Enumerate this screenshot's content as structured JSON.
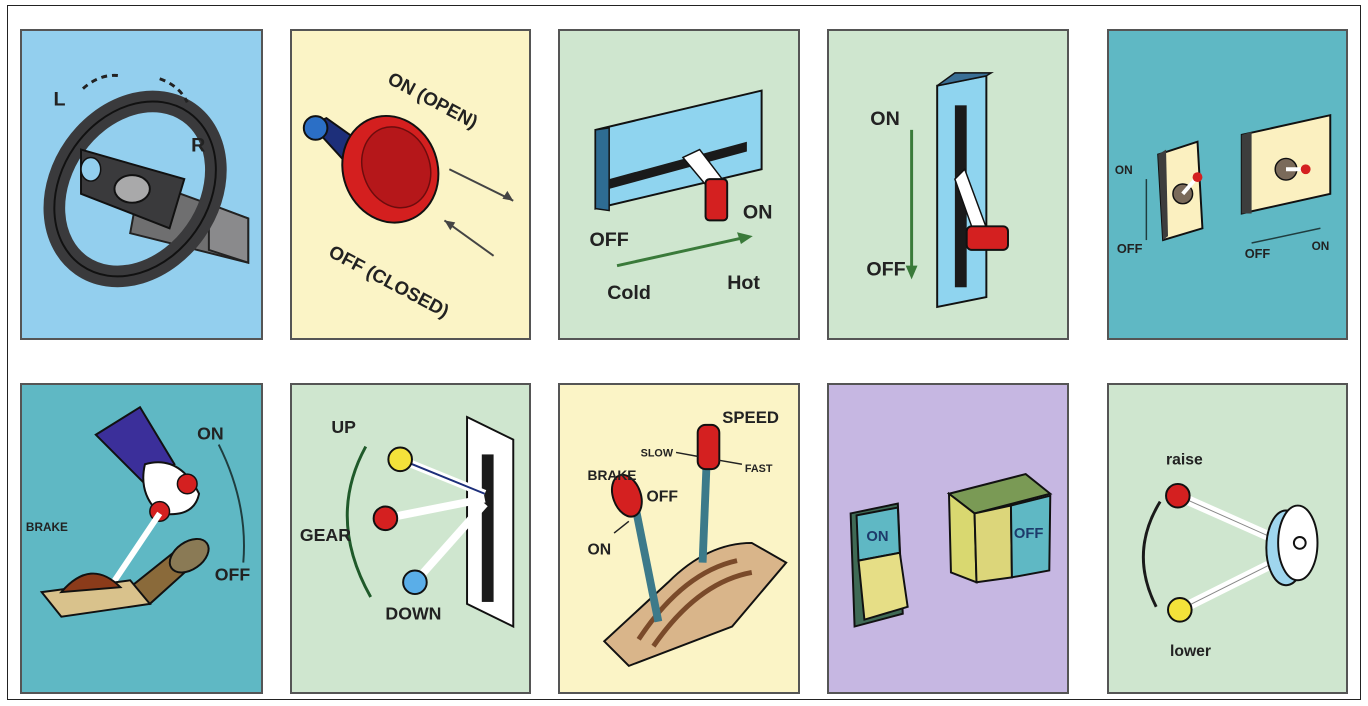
{
  "panels": [
    {
      "id": "steering-wheel",
      "bg": "#93cfee",
      "labels": {
        "left": "L",
        "right": "R"
      }
    },
    {
      "id": "valve-handle",
      "bg": "#fbf4c6",
      "labels": {
        "on": "ON (OPEN)",
        "off": "OFF (CLOSED)"
      }
    },
    {
      "id": "slider-control",
      "bg": "#cfe6cf",
      "labels": {
        "off": "OFF",
        "on": "ON",
        "cold": "Cold",
        "hot": "Hot"
      }
    },
    {
      "id": "vertical-lever",
      "bg": "#cfe6cf",
      "labels": {
        "on": "ON",
        "off": "OFF"
      }
    },
    {
      "id": "toggle-switches",
      "bg": "#5fb8c4",
      "labels": {
        "on_left": "ON",
        "off_left": "OFF",
        "off_right": "OFF",
        "on_right": "ON"
      }
    },
    {
      "id": "hand-brake",
      "bg": "#5fb8c4",
      "labels": {
        "on": "ON",
        "off": "OFF",
        "brake": "BRAKE"
      }
    },
    {
      "id": "gear-lever",
      "bg": "#cfe6cf",
      "labels": {
        "up": "UP",
        "gear": "GEAR",
        "down": "DOWN"
      }
    },
    {
      "id": "throttle-brake",
      "bg": "#fbf4c6",
      "labels": {
        "speed": "SPEED",
        "slow": "SLOW",
        "fast": "FAST",
        "brake": "BRAKE",
        "off": "OFF",
        "on": "ON"
      }
    },
    {
      "id": "rocker-switches",
      "bg": "#c6b7e2",
      "labels": {
        "on": "ON",
        "off": "OFF"
      }
    },
    {
      "id": "raise-lower-lever",
      "bg": "#cfe6cf",
      "labels": {
        "raise": "raise",
        "lower": "lower"
      }
    }
  ]
}
